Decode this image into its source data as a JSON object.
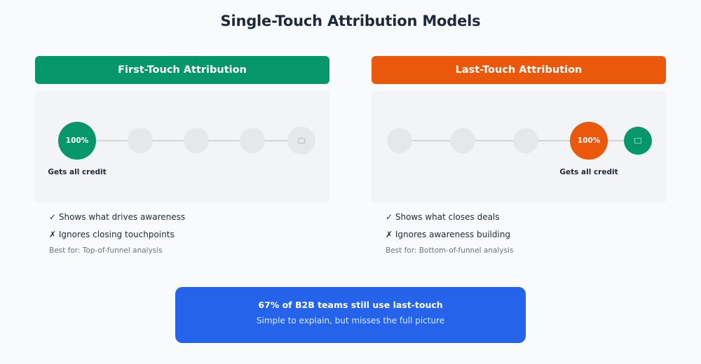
{
  "title": "Single-Touch Attribution Models",
  "colors": {
    "green": "#059669",
    "orange": "#EA580C",
    "blue": "#2563EB",
    "inactive": "#E5E7EB",
    "panel": "#F3F4F6"
  },
  "first_touch": {
    "header": "First-Touch Attribution",
    "highlight_label": "100%",
    "credit_label": "Gets all credit",
    "touchpoints": [
      "100%",
      "",
      "",
      "",
      "conversion-icon"
    ],
    "pro": "✓ Shows what drives awareness",
    "con": "✗ Ignores closing touchpoints",
    "best_for": "Best for: Top-of-funnel analysis"
  },
  "last_touch": {
    "header": "Last-Touch Attribution",
    "highlight_label": "100%",
    "credit_label": "Gets all credit",
    "touchpoints": [
      "",
      "",
      "",
      "100%",
      "conversion-icon"
    ],
    "pro": "✓ Shows what closes deals",
    "con": "✗ Ignores awareness building",
    "best_for": "Best for: Bottom-of-funnel analysis"
  },
  "callout": {
    "headline": "67% of B2B teams still use last-touch",
    "subtext": "Simple to explain, but misses the full picture"
  }
}
